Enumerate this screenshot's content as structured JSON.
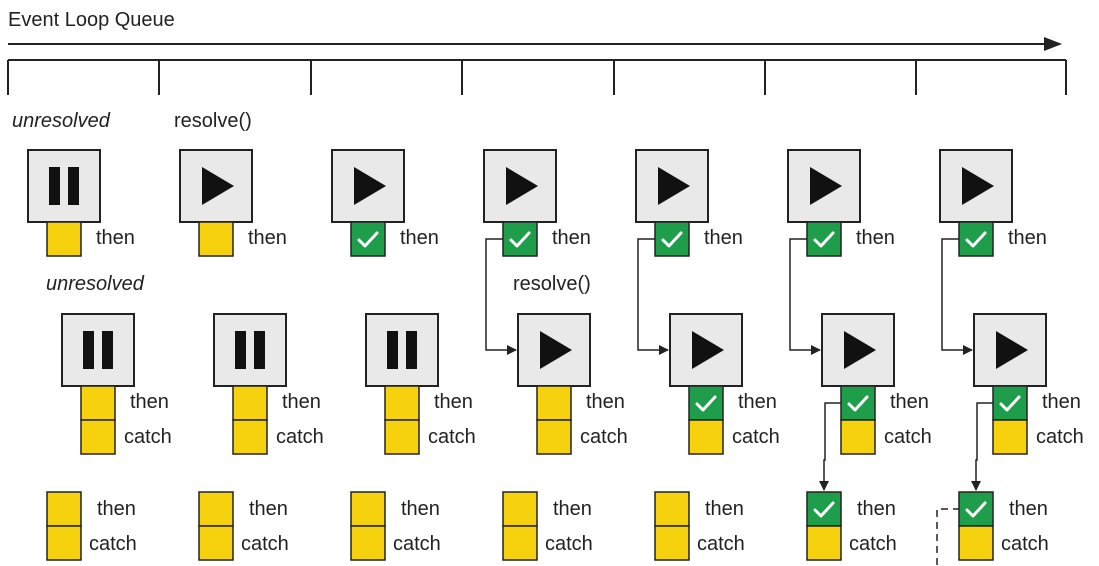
{
  "title": "Event Loop Queue",
  "labels": {
    "p1_state": "unresolved",
    "p1_resolve": "resolve()",
    "p2_state": "unresolved",
    "p2_resolve": "resolve()"
  },
  "hooks": {
    "then": "then",
    "catch": "catch"
  },
  "colors": {
    "pending": "#f6d10e",
    "fulfilled": "#1e9e4a",
    "box_fill": "#e9e9e9",
    "stroke": "#222222"
  },
  "icons": {
    "paused": "pause-icon",
    "running": "play-icon",
    "settled": "checkmark-icon"
  },
  "timeline_columns": [
    {
      "promise1": {
        "icon": "pause",
        "then": "pending"
      },
      "promise2": {
        "icon": "pause",
        "then": "pending",
        "catch": "pending"
      },
      "promise3": {
        "then": "pending",
        "catch": "pending"
      }
    },
    {
      "promise1": {
        "icon": "play",
        "then": "pending"
      },
      "promise2": {
        "icon": "pause",
        "then": "pending",
        "catch": "pending"
      },
      "promise3": {
        "then": "pending",
        "catch": "pending"
      }
    },
    {
      "promise1": {
        "icon": "play",
        "then": "fulfilled"
      },
      "promise2": {
        "icon": "pause",
        "then": "pending",
        "catch": "pending"
      },
      "promise3": {
        "then": "pending",
        "catch": "pending"
      }
    },
    {
      "promise1": {
        "icon": "play",
        "then": "fulfilled"
      },
      "promise2": {
        "icon": "play",
        "then": "pending",
        "catch": "pending"
      },
      "promise3": {
        "then": "pending",
        "catch": "pending"
      }
    },
    {
      "promise1": {
        "icon": "play",
        "then": "fulfilled"
      },
      "promise2": {
        "icon": "play",
        "then": "fulfilled",
        "catch": "pending"
      },
      "promise3": {
        "then": "pending",
        "catch": "pending"
      }
    },
    {
      "promise1": {
        "icon": "play",
        "then": "fulfilled"
      },
      "promise2": {
        "icon": "play",
        "then": "fulfilled",
        "catch": "pending"
      },
      "promise3": {
        "then": "fulfilled",
        "catch": "pending"
      }
    },
    {
      "promise1": {
        "icon": "play",
        "then": "fulfilled"
      },
      "promise2": {
        "icon": "play",
        "then": "fulfilled",
        "catch": "pending"
      },
      "promise3": {
        "then": "fulfilled",
        "catch": "pending"
      }
    }
  ]
}
